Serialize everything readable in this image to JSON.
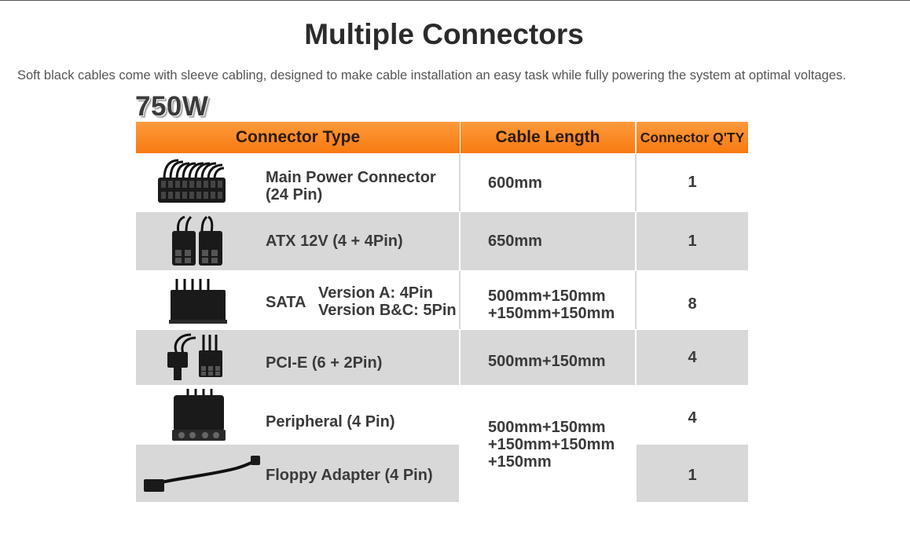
{
  "page": {
    "title": "Multiple Connectors",
    "subtitle": "Soft black cables come with sleeve cabling, designed to make cable installation an easy task while fully powering the system at optimal voltages."
  },
  "wattage": "750W",
  "table": {
    "headers": [
      "Connector Type",
      "Cable Length",
      "Connector Q'TY"
    ],
    "rows": [
      {
        "name_line1": "Main Power Connector",
        "name_line2": "(24 Pin)",
        "length": "600mm",
        "qty": "1",
        "icon": "atx-24pin-connector-icon"
      },
      {
        "name": "ATX 12V (4 + 4Pin)",
        "length": "650mm",
        "qty": "1",
        "icon": "atx-12v-connector-icon"
      },
      {
        "name": "SATA",
        "version_a": "Version A: 4Pin",
        "version_bc": "Version B&C: 5Pin",
        "length_line1": "500mm+150mm",
        "length_line2": "+150mm+150mm",
        "qty": "8",
        "icon": "sata-connector-icon"
      },
      {
        "name": "PCI-E (6 + 2Pin)",
        "length": "500mm+150mm",
        "qty": "4",
        "icon": "pcie-connector-icon"
      },
      {
        "name": "Peripheral (4 Pin)",
        "qty": "4",
        "icon": "molex-connector-icon"
      },
      {
        "name": "Floppy Adapter (4 Pin)",
        "qty": "1",
        "icon": "floppy-adapter-icon"
      }
    ],
    "shared_length": {
      "line1": "500mm+150mm",
      "line2": "+150mm+150mm",
      "line3": "+150mm"
    }
  },
  "colors": {
    "header_orange": "#f7851f",
    "row_grey": "#d8d8d8",
    "text": "#3a3a3a"
  }
}
